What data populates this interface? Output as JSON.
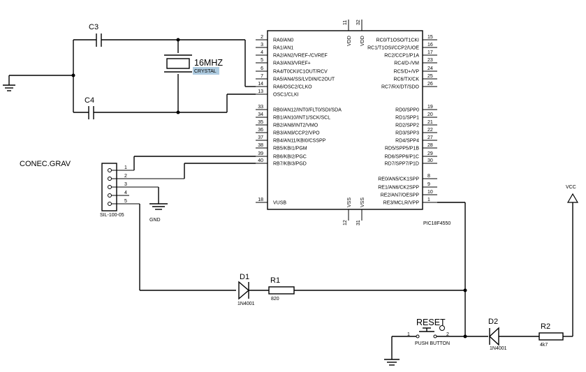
{
  "chip": {
    "part": "PIC18F4550",
    "top_pins": [
      {
        "num": "11",
        "name": "VDD"
      },
      {
        "num": "32",
        "name": "VDD"
      }
    ],
    "bottom_pins": [
      {
        "num": "12",
        "name": "VSS"
      },
      {
        "num": "31",
        "name": "VSS"
      }
    ],
    "left_pins": [
      {
        "num": "2",
        "name": "RA0/AN0"
      },
      {
        "num": "3",
        "name": "RA1/AN1"
      },
      {
        "num": "4",
        "name": "RA2/AN2/VREF-/CVREF"
      },
      {
        "num": "5",
        "name": "RA3/AN3/VREF+"
      },
      {
        "num": "6",
        "name": "RA4/T0CKI/C1OUT/RCV"
      },
      {
        "num": "7",
        "name": "RA5/AN4/SS/LVDIN/C2OUT"
      },
      {
        "num": "14",
        "name": "RA6/OSC2/CLKO"
      },
      {
        "num": "13",
        "name": "OSC1/CLKI"
      },
      {
        "num": "33",
        "name": "RB0/AN12/INT0/FLT0/SDI/SDA"
      },
      {
        "num": "34",
        "name": "RB1/AN10/INT1/SCK/SCL"
      },
      {
        "num": "35",
        "name": "RB2/AN8/INT2/VMO"
      },
      {
        "num": "36",
        "name": "RB3/AN9/CCP2/VPO"
      },
      {
        "num": "37",
        "name": "RB4/AN11/KBI0/CSSPP"
      },
      {
        "num": "38",
        "name": "RB5/KBI1/PGM"
      },
      {
        "num": "39",
        "name": "RB6/KBI2/PGC"
      },
      {
        "num": "40",
        "name": "RB7/KBI3/PGD"
      },
      {
        "num": "18",
        "name": "VUSB"
      }
    ],
    "right_pins": [
      {
        "num": "15",
        "name": "RC0/T1OSO/T1CKI"
      },
      {
        "num": "16",
        "name": "RC1/T1OSI/CCP2/UOE"
      },
      {
        "num": "17",
        "name": "RC2/CCP1/P1A"
      },
      {
        "num": "23",
        "name": "RC4/D-/VM"
      },
      {
        "num": "24",
        "name": "RC5/D+/VP"
      },
      {
        "num": "25",
        "name": "RC6/TX/CK"
      },
      {
        "num": "26",
        "name": "RC7/RX/DT/SDO"
      },
      {
        "num": "19",
        "name": "RD0/SPP0"
      },
      {
        "num": "20",
        "name": "RD1/SPP1"
      },
      {
        "num": "21",
        "name": "RD2/SPP2"
      },
      {
        "num": "22",
        "name": "RD3/SPP3"
      },
      {
        "num": "27",
        "name": "RD4/SPP4"
      },
      {
        "num": "28",
        "name": "RD5/SPP5/P1B"
      },
      {
        "num": "29",
        "name": "RD6/SPP6/P1C"
      },
      {
        "num": "30",
        "name": "RD7/SPP7/P1D"
      },
      {
        "num": "8",
        "name": "RE0/AN5/CK1SPP"
      },
      {
        "num": "9",
        "name": "RE1/AN6/CK2SPP"
      },
      {
        "num": "10",
        "name": "RE2/AN7/OESPP"
      },
      {
        "num": "1",
        "name": "RE3/MCLR/VPP"
      }
    ]
  },
  "components": {
    "c3": "C3",
    "c4": "C4",
    "crystal_freq": "16MHZ",
    "crystal_type": "CRYSTAL",
    "connector_title": "CONEC.GRAV",
    "connector_part": "SIL-100-05",
    "connector_pins": [
      "1",
      "2",
      "3",
      "4",
      "5"
    ],
    "gnd_label": "GND",
    "d1_ref": "D1",
    "d1_part": "1N4001",
    "r1_ref": "R1",
    "r1_value": "820",
    "d2_ref": "D2",
    "d2_part": "1N4001",
    "r2_ref": "R2",
    "r2_value": "4k7",
    "reset_label": "RESET",
    "button_part": "PUSH BUTTON",
    "button_pin1": "1",
    "button_pin2": "2",
    "vcc_label": "VCC"
  },
  "colors": {
    "wire": "#000000",
    "crystal_label_highlight": "#aecbe0"
  }
}
